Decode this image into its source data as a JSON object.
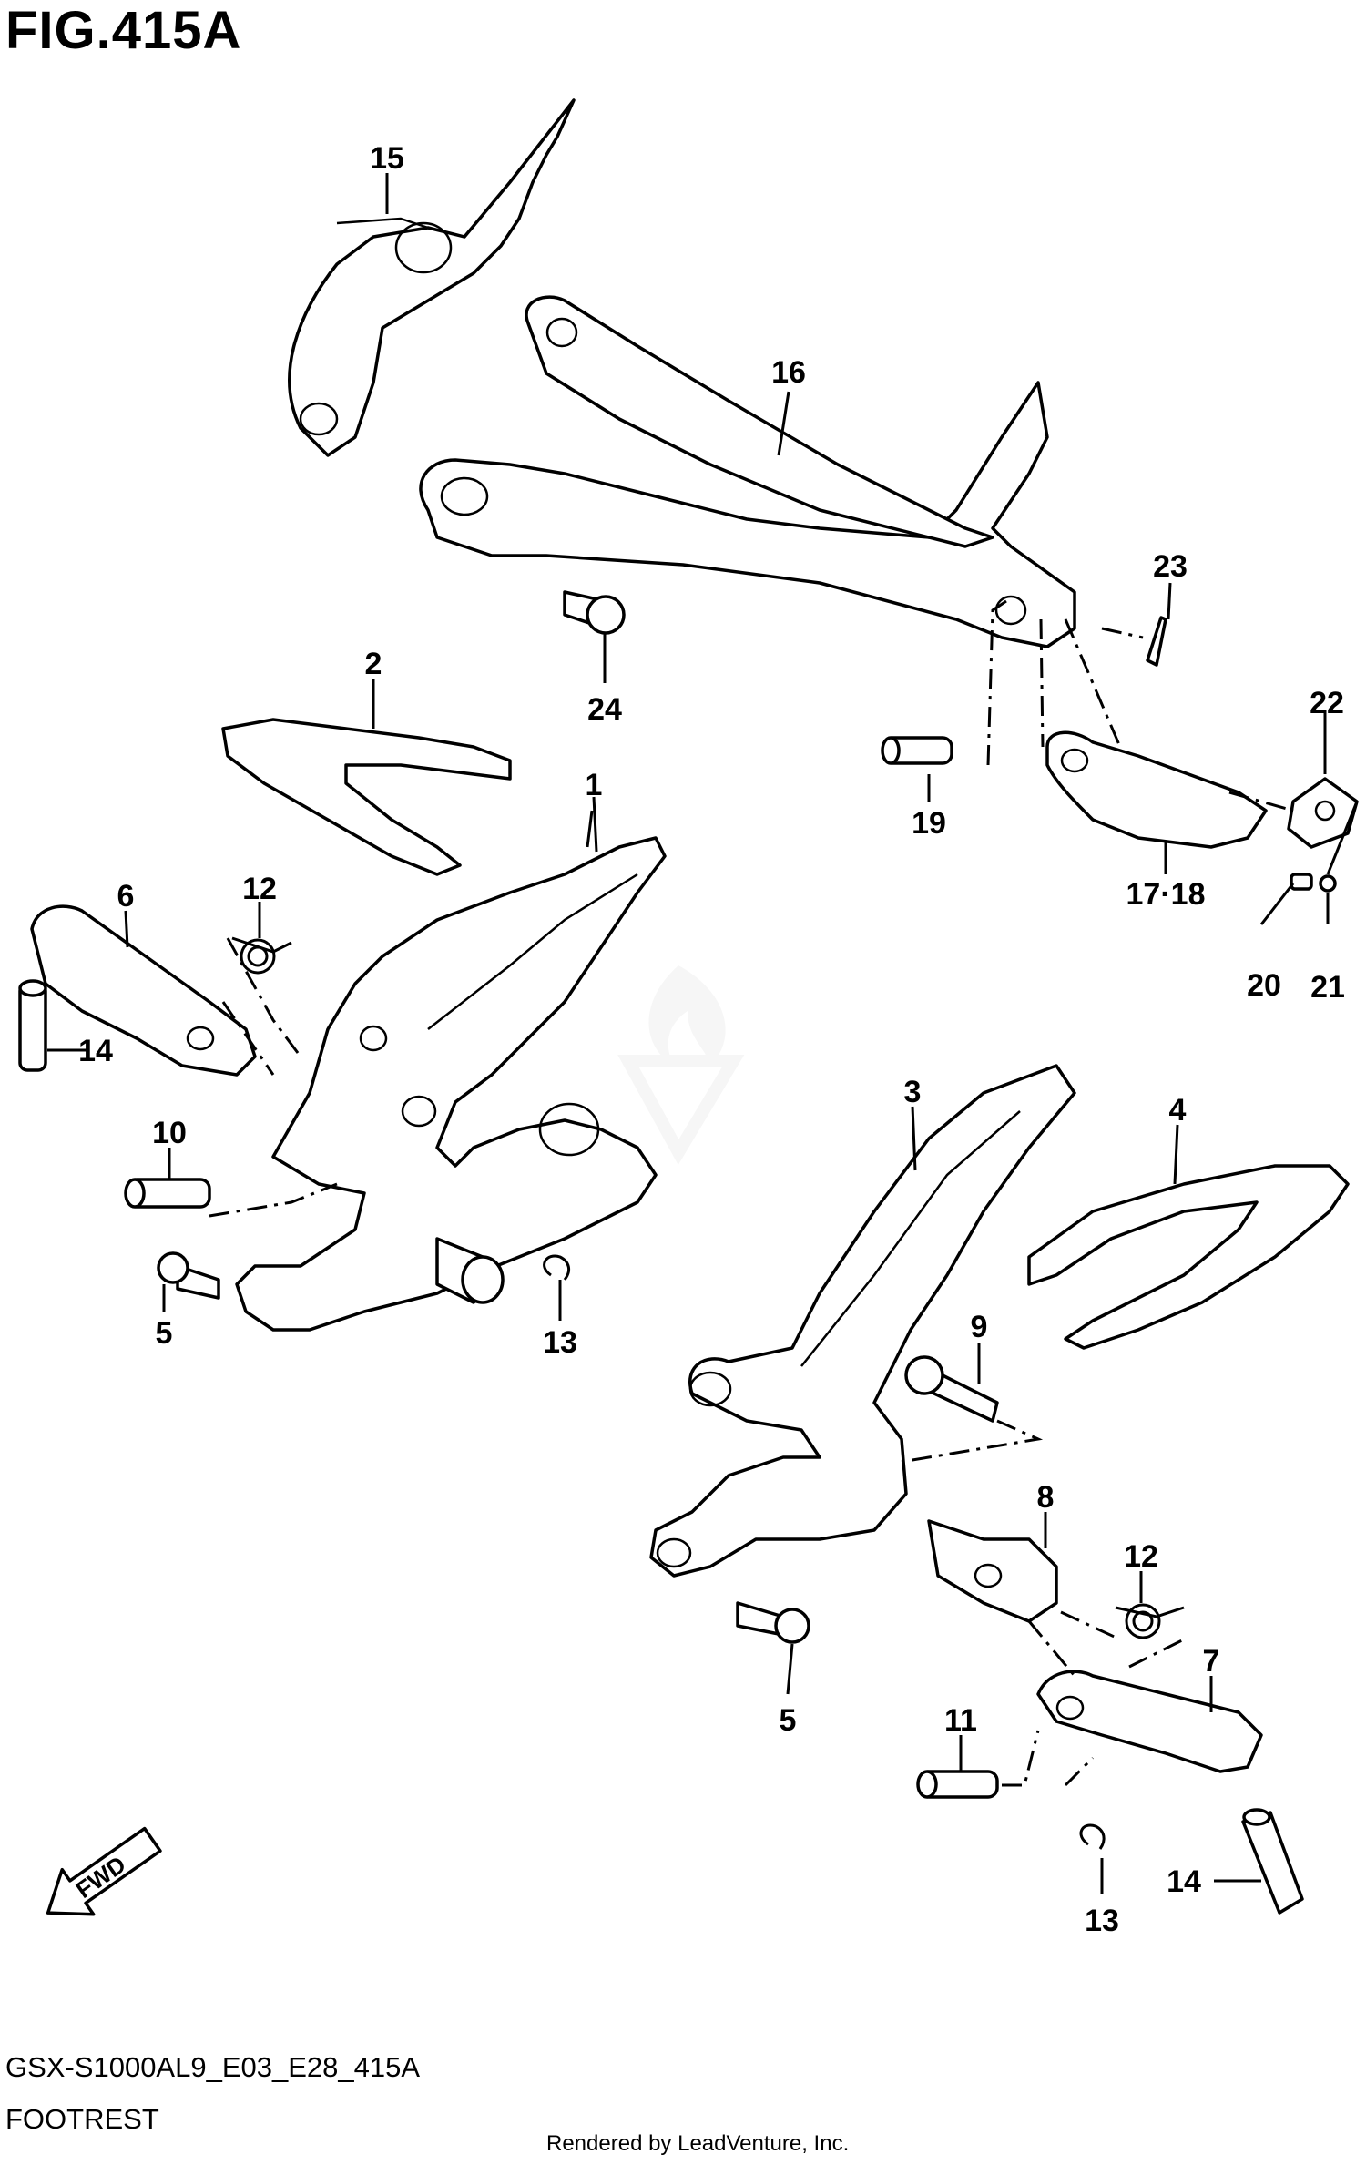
{
  "figure": {
    "title": "FIG.415A",
    "code": "GSX-S1000AL9_E03_E28_415A",
    "name": "FOOTREST",
    "credit": "Rendered by LeadVenture, Inc."
  },
  "callouts": {
    "c1": "1",
    "c2": "2",
    "c3": "3",
    "c4": "4",
    "c5a": "5",
    "c5b": "5",
    "c6": "6",
    "c7": "7",
    "c8": "8",
    "c9": "9",
    "c10": "10",
    "c11": "11",
    "c12a": "12",
    "c12b": "12",
    "c13a": "13",
    "c13b": "13",
    "c14a": "14",
    "c14b": "14",
    "c15": "15",
    "c16": "16",
    "c17_18": "17·18",
    "c19": "19",
    "c20": "20",
    "c21": "21",
    "c22": "22",
    "c23": "23",
    "c24": "24"
  },
  "fwd_arrow": {
    "label": "FWD"
  },
  "icons": {
    "fwd": "fwd-arrow-icon",
    "watermark": "leadventure-watermark-logo"
  },
  "colors": {
    "ink": "#000000",
    "paper": "#ffffff",
    "watermark": "#e6e6e6"
  }
}
